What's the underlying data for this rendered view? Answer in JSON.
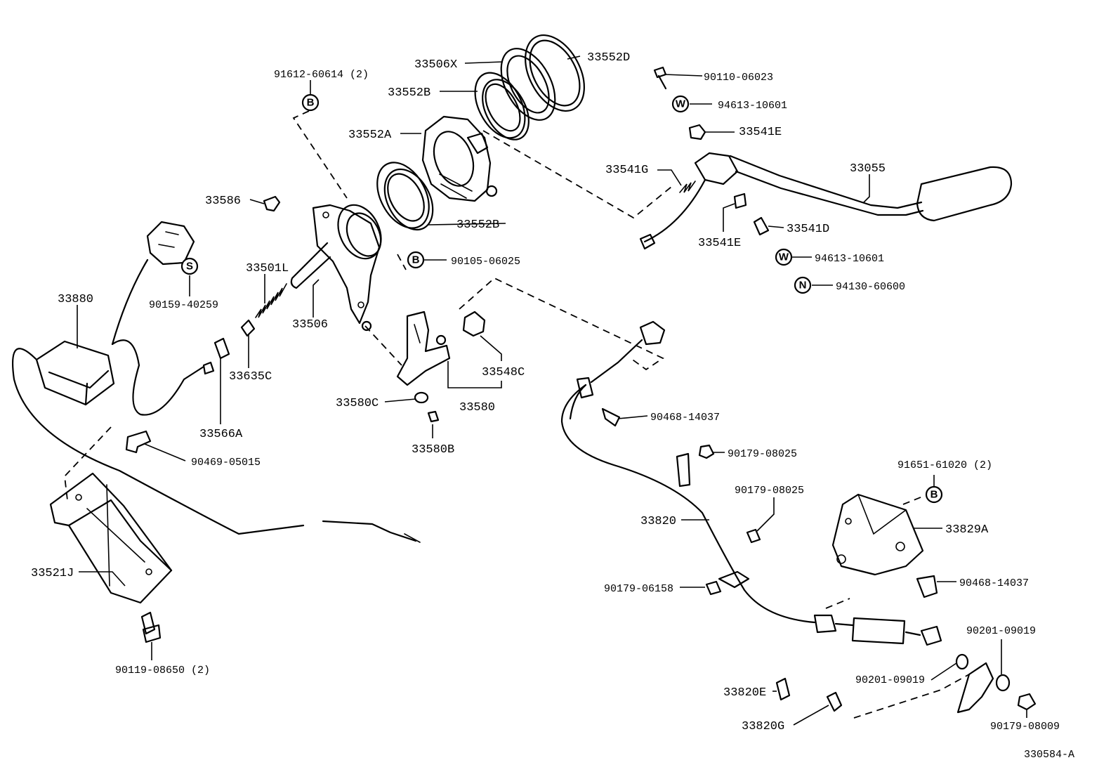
{
  "diagram_id": "330584-A",
  "symbols": {
    "b": "B",
    "w": "W",
    "s": "S",
    "n": "N"
  },
  "labels": {
    "p33552D": "33552D",
    "p33506X": "33506X",
    "p91612": "91612-60614 (2)",
    "p33552B_top": "33552B",
    "p33552A": "33552A",
    "p33552B_low": "33552B",
    "p33586": "33586",
    "p33880": "33880",
    "p90159": "90159-40259",
    "p33501L": "33501L",
    "p33506": "33506",
    "p90105": "90105-06025",
    "p33635C": "33635C",
    "p33566A": "33566A",
    "p33548C": "33548C",
    "p33580C": "33580C",
    "p33580": "33580",
    "p33580B": "33580B",
    "p90469": "90469-05015",
    "p33521J": "33521J",
    "p90119": "90119-08650 (2)",
    "p90110": "90110-06023",
    "p94613_a": "94613-10601",
    "p33541E_top": "33541E",
    "p33541G": "33541G",
    "p33055": "33055",
    "p33541D": "33541D",
    "p33541E_low": "33541E",
    "p94613_b": "94613-10601",
    "p94130": "94130-60600",
    "p90468_a": "90468-14037",
    "p90179_08025_a": "90179-08025",
    "p90179_08025_b": "90179-08025",
    "p33820": "33820",
    "p90179_06158": "90179-06158",
    "p91651": "91651-61020 (2)",
    "p33829A": "33829A",
    "p90468_b": "90468-14037",
    "p90201_a": "90201-09019",
    "p90201_b": "90201-09019",
    "p33820E": "33820E",
    "p33820G": "33820G",
    "p90179_08009": "90179-08009"
  }
}
